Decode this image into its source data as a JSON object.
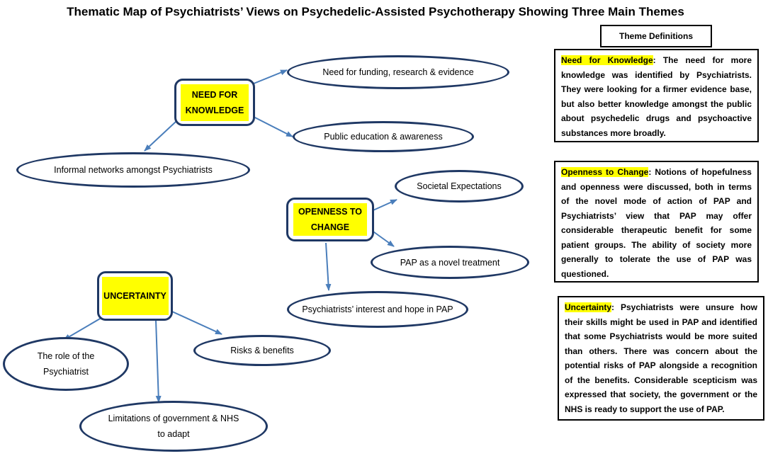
{
  "title": "Thematic Map of Psychiatrists’ Views on Psychedelic-Assisted Psychotherapy Showing Three Main Themes",
  "themes": {
    "knowledge": "NEED FOR KNOWLEDGE",
    "openness": "OPENNESS TO CHANGE",
    "uncertainty": "UNCERTAINTY"
  },
  "subthemes": {
    "funding": "Need for funding, research & evidence",
    "public": "Public education & awareness",
    "informal": "Informal networks amongst Psychiatrists",
    "societal": "Societal Expectations",
    "novel": "PAP as a novel treatment",
    "interest": "Psychiatrists’ interest and hope in PAP",
    "role": "The role of the Psychiatrist",
    "risks": "Risks & benefits",
    "limitations": "Limitations of government & NHS to adapt"
  },
  "definitions": {
    "heading": "Theme Definitions",
    "knowledge_term": "Need for Knowledge",
    "knowledge_text": ":  The need for more knowledge was identified by Psychiatrists. They were looking for a firmer evidence base, but also better knowledge amongst the public about psychedelic drugs and psychoactive substances more broadly.",
    "openness_term": "Openness to Change",
    "openness_text": ":  Notions of hopefulness and openness were discussed, both in terms of the novel mode of action of PAP and Psychiatrists’ view that PAP may offer considerable therapeutic benefit for some patient groups.  The ability of society more generally to tolerate the use of PAP was questioned.",
    "uncertainty_term": "Uncertainty",
    "uncertainty_text": ": Psychiatrists were unsure how their skills might be used in PAP and identified that some Psychiatrists would be more suited than others.  There was concern about the potential risks of PAP alongside a recognition of the benefits. Considerable scepticism was expressed that society, the government or the NHS is ready to support the use of PAP."
  },
  "colors": {
    "border": "#1f3864",
    "arrow": "#4a7ebb",
    "highlight": "#ffff00"
  }
}
